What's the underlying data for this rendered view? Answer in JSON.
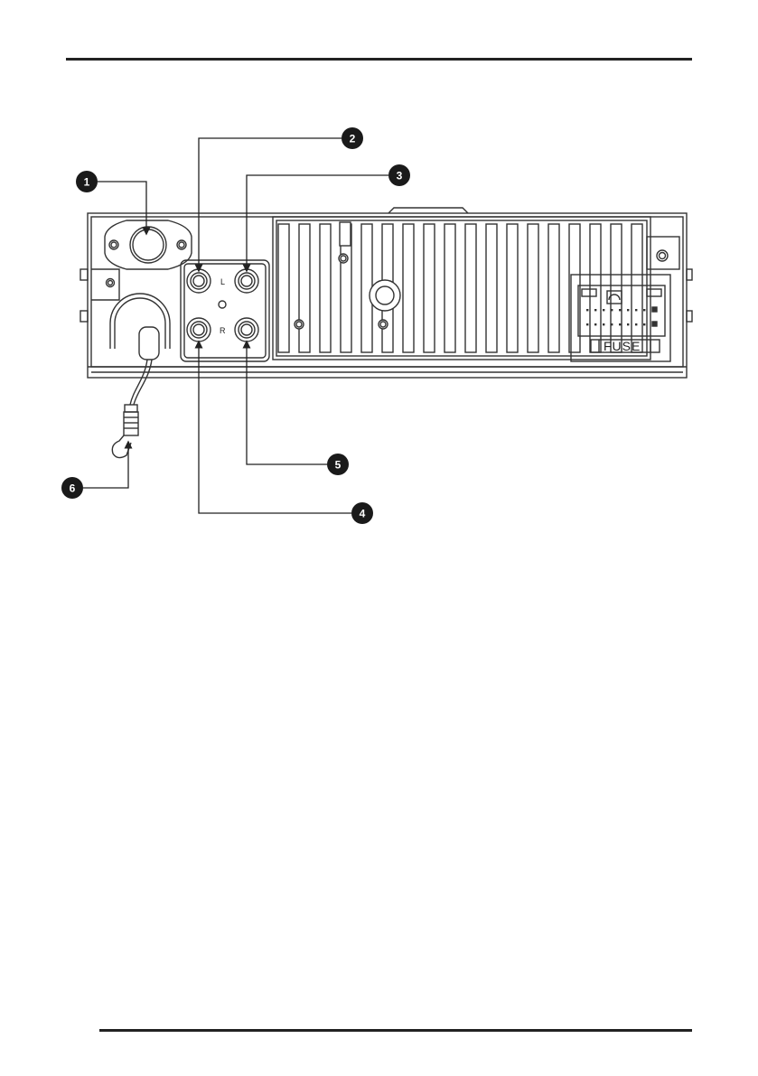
{
  "diagram": {
    "callouts": [
      {
        "id": "1",
        "label": "1"
      },
      {
        "id": "2",
        "label": "2"
      },
      {
        "id": "3",
        "label": "3"
      },
      {
        "id": "4",
        "label": "4"
      },
      {
        "id": "5",
        "label": "5"
      },
      {
        "id": "6",
        "label": "6"
      }
    ],
    "port_labels": {
      "left": "L",
      "right": "R"
    },
    "fuse_label": "FUSE"
  }
}
